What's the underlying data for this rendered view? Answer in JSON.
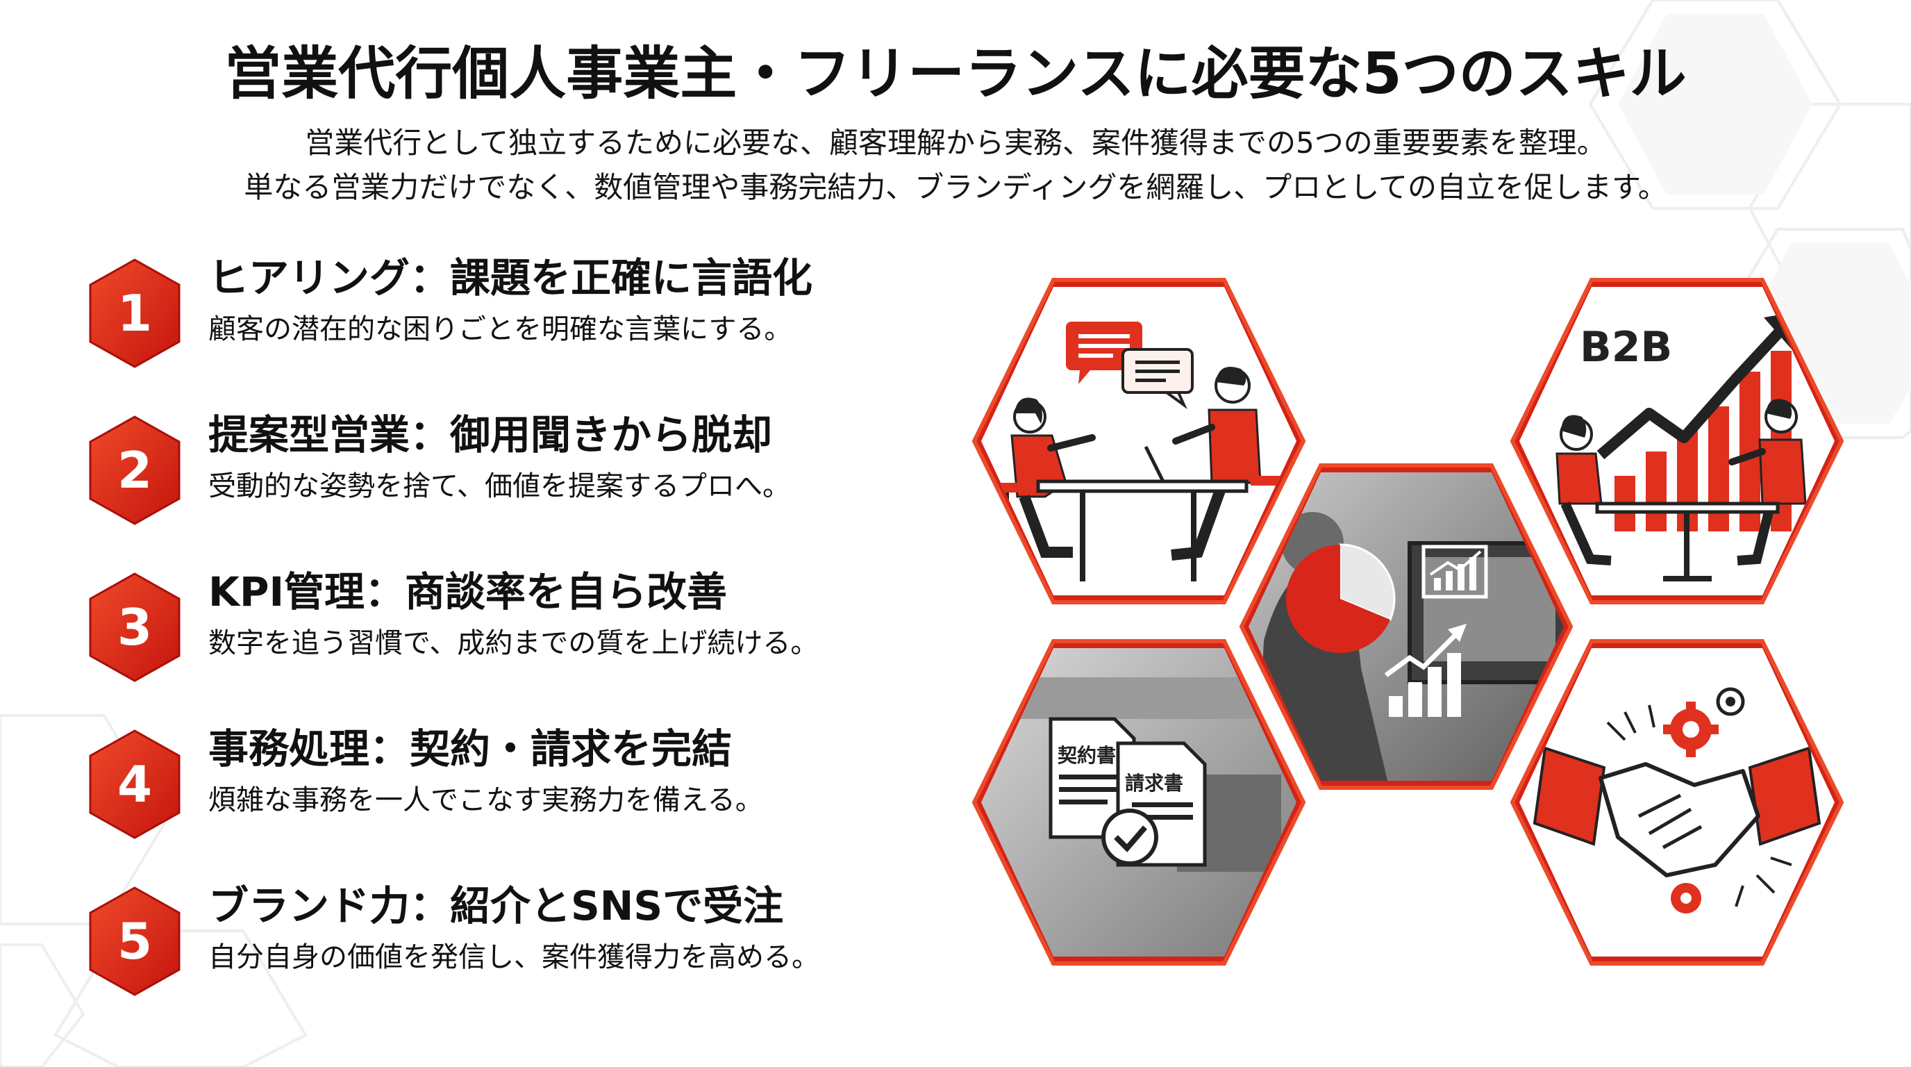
{
  "title": "営業代行個人事業主・フリーランスに必要な5つのスキル",
  "subtitle_lines": [
    "営業代行として独立するために必要な、顧客理解から実務、案件獲得までの5つの重要要素を整理。",
    "単なる営業力だけでなく、数値管理や事務完結力、ブランディングを網羅し、プロとしての自立を促します。"
  ],
  "colors": {
    "accent": "#d7251a",
    "accent_light": "#f04a2a",
    "dark": "#1a1a1a",
    "gray": "#8a8a8a"
  },
  "skills": [
    {
      "number": "1",
      "title": "ヒアリング：課題を正確に言語化",
      "desc": "顧客の潜在的な困りごとを明確な言葉にする。"
    },
    {
      "number": "2",
      "title": "提案型営業：御用聞きから脱却",
      "desc": "受動的な姿勢を捨て、価値を提案するプロへ。"
    },
    {
      "number": "3",
      "title": "KPI管理：商談率を自ら改善",
      "desc": "数字を追う習慣で、成約までの質を上げ続ける。"
    },
    {
      "number": "4",
      "title": "事務処理：契約・請求を完結",
      "desc": "煩雑な事務を一人でこなす実務力を備える。"
    },
    {
      "number": "5",
      "title": "ブランド力：紹介とSNSで受注",
      "desc": "自分自身の価値を発信し、案件獲得力を高める。"
    }
  ],
  "illustrations": {
    "b2b_label": "B2B",
    "contract_doc": "契約書",
    "invoice_doc": "請求書",
    "icons": [
      "meeting-illustration",
      "b2b-growth-illustration",
      "kpi-analytics-illustration",
      "documents-illustration",
      "handshake-illustration"
    ]
  }
}
